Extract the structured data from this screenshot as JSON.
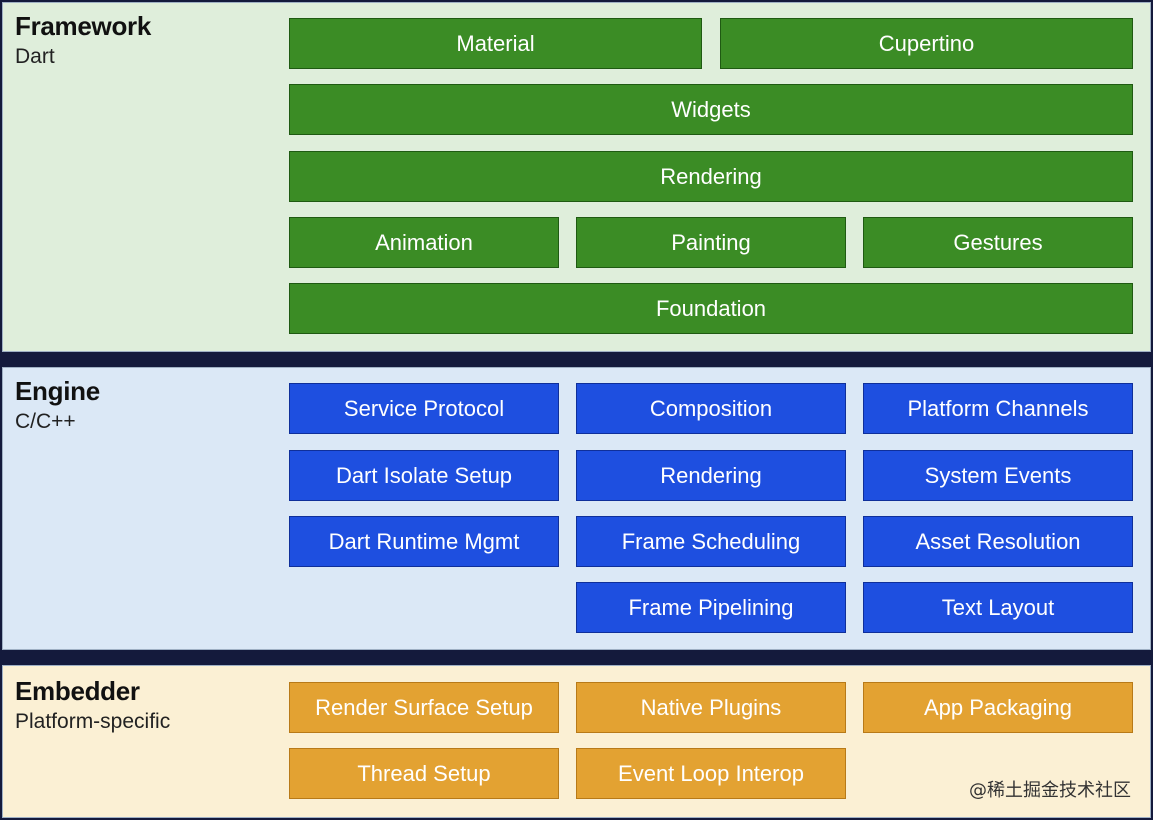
{
  "framework": {
    "title": "Framework",
    "subtitle": "Dart",
    "color": "#3b8c25",
    "components": {
      "material": "Material",
      "cupertino": "Cupertino",
      "widgets": "Widgets",
      "rendering": "Rendering",
      "animation": "Animation",
      "painting": "Painting",
      "gestures": "Gestures",
      "foundation": "Foundation"
    }
  },
  "engine": {
    "title": "Engine",
    "subtitle": "C/C++",
    "color": "#1e4fe0",
    "components": {
      "service_protocol": "Service Protocol",
      "composition": "Composition",
      "platform_channels": "Platform Channels",
      "dart_isolate_setup": "Dart Isolate Setup",
      "rendering": "Rendering",
      "system_events": "System Events",
      "dart_runtime_mgmt": "Dart Runtime Mgmt",
      "frame_scheduling": "Frame Scheduling",
      "asset_resolution": "Asset Resolution",
      "frame_pipelining": "Frame Pipelining",
      "text_layout": "Text Layout"
    }
  },
  "embedder": {
    "title": "Embedder",
    "subtitle": "Platform-specific",
    "color": "#e3a232",
    "components": {
      "render_surface_setup": "Render Surface Setup",
      "native_plugins": "Native Plugins",
      "app_packaging": "App Packaging",
      "thread_setup": "Thread Setup",
      "event_loop_interop": "Event Loop Interop"
    }
  },
  "watermark": "@稀土掘金技术社区"
}
